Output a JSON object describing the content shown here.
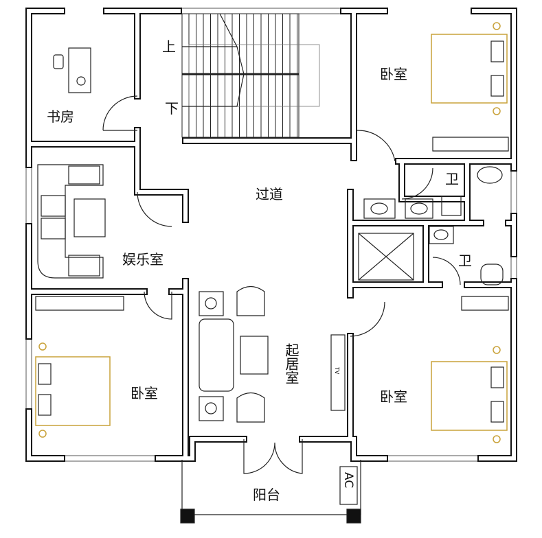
{
  "rooms": {
    "study": "书房",
    "stair_up": "上",
    "stair_down": "下",
    "bedroom_top_right": "卧室",
    "bath_1": "卫",
    "bath_2": "卫",
    "corridor": "过道",
    "entertainment": "娱乐室",
    "living_room": "起居室",
    "bedroom_bottom_left": "卧室",
    "bedroom_bottom_right": "卧室",
    "balcony": "阳台",
    "ac": "AC",
    "tv": "TV"
  },
  "colors": {
    "wall": "#111111",
    "bed": "#c9a23a"
  }
}
